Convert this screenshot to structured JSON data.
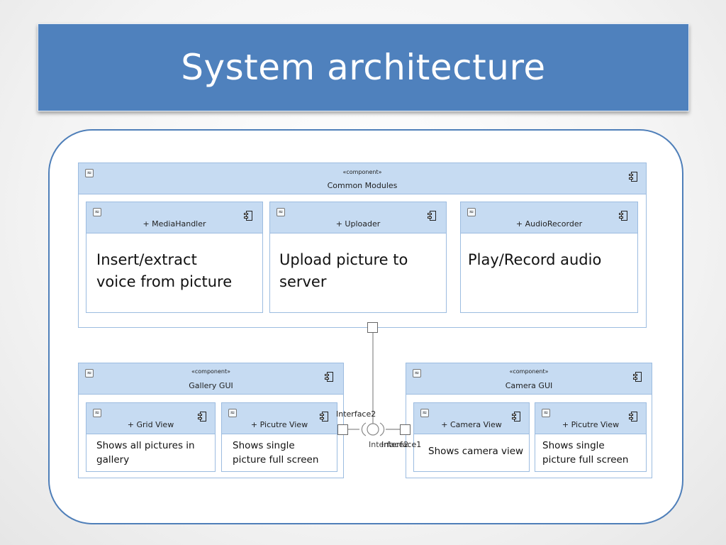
{
  "title": "System architecture",
  "stereotype": "«component»",
  "common": {
    "name": "Common Modules",
    "parts": [
      {
        "name": "+ MediaHandler",
        "text_lines": [
          "Insert/extract",
          "voice from picture"
        ]
      },
      {
        "name": "+ Uploader",
        "text_lines": [
          "Upload picture to",
          "server"
        ]
      },
      {
        "name": "+ AudioRecorder",
        "text_lines": [
          "Play/Record audio"
        ]
      }
    ]
  },
  "gallery": {
    "name": "Gallery GUI",
    "parts": [
      {
        "name": "+ Grid View",
        "text_lines": [
          "Shows all pictures in",
          "gallery"
        ]
      },
      {
        "name": "+ Picutre View",
        "text_lines": [
          "Shows single",
          "picture full screen"
        ]
      }
    ]
  },
  "camera": {
    "name": "Camera GUI",
    "parts": [
      {
        "name": "+ Camera View",
        "text_lines": [
          "Shows camera view"
        ]
      },
      {
        "name": "+ Picutre View",
        "text_lines": [
          "Shows single",
          "picture full screen"
        ]
      }
    ]
  },
  "interfaces": {
    "interface2": "Interface2",
    "interface1": "Interface1",
    "interface_overlap": "Interface2"
  },
  "colors": {
    "title_bg": "#4f81bd",
    "frame_border": "#4f7fb9",
    "component_header": "#c6dbf2",
    "component_border": "#9cbce0"
  }
}
